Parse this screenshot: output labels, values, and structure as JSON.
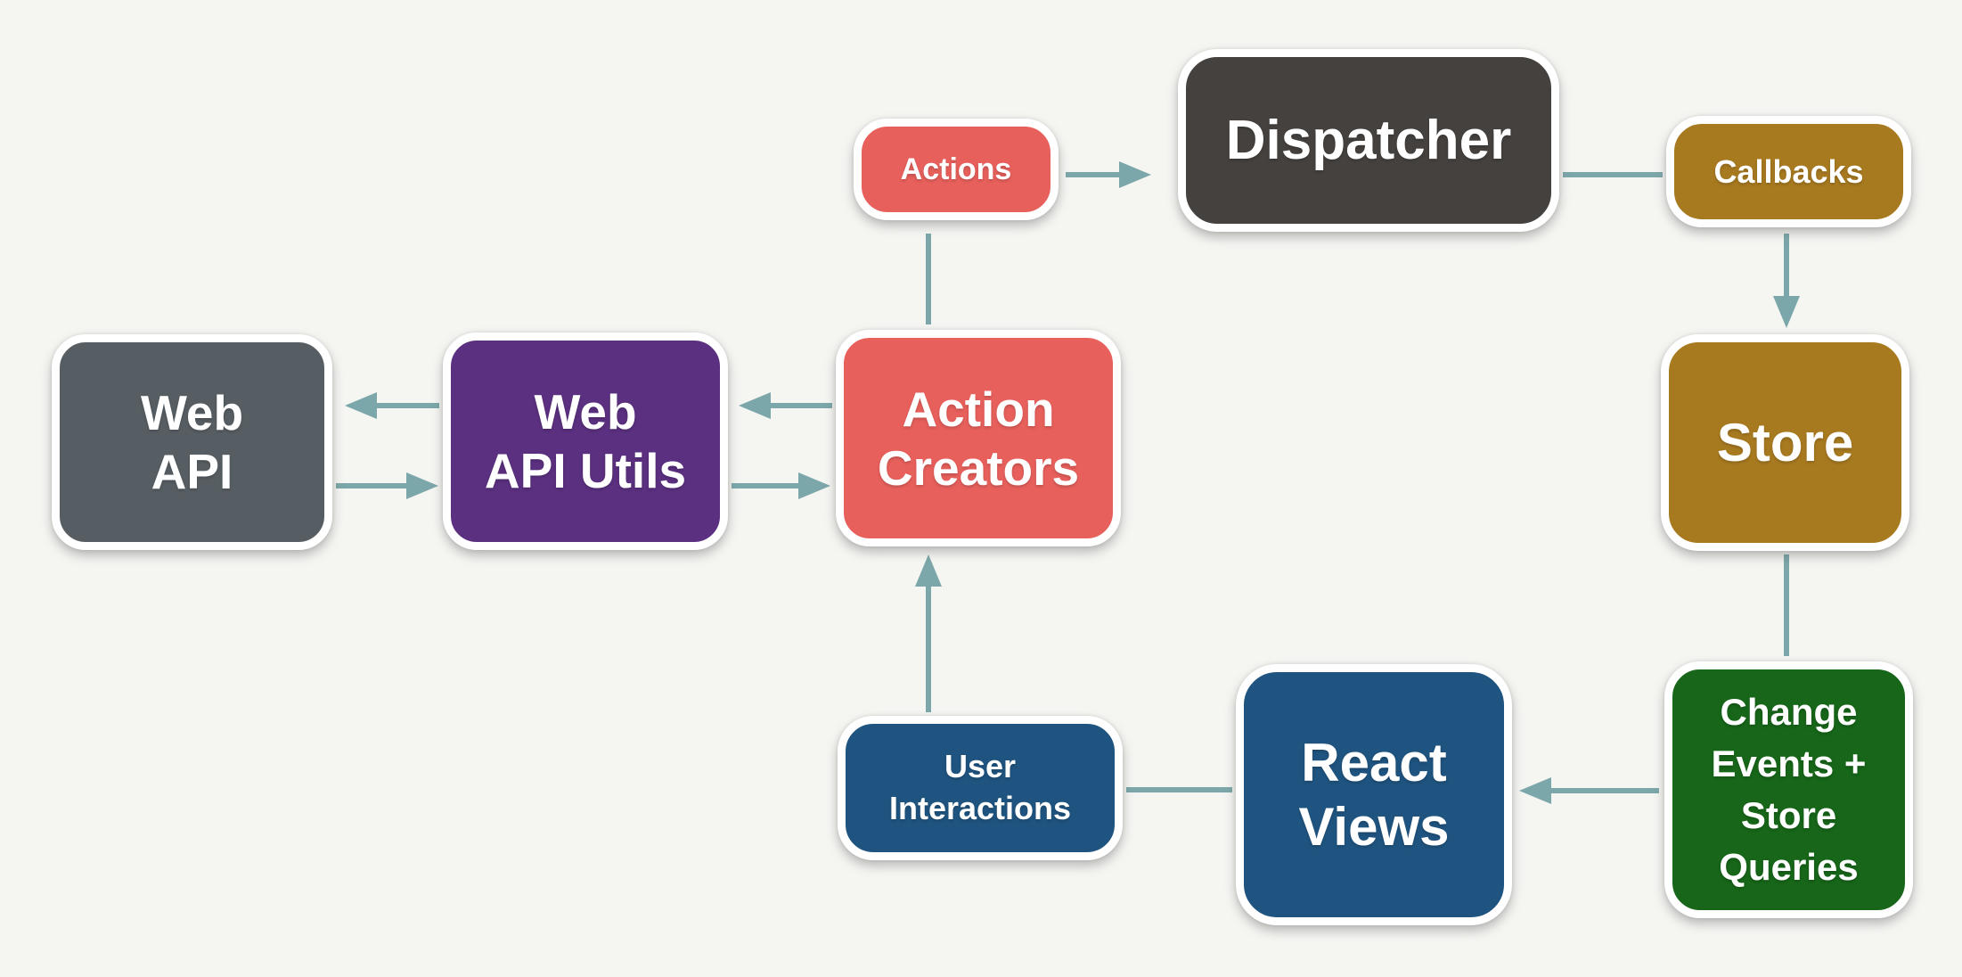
{
  "background": "#F5F5F2",
  "arrow_color": "#7CA7AA",
  "nodes": {
    "web_api": {
      "label": "Web\nAPI",
      "color": "#575E63"
    },
    "web_api_utils": {
      "label": "Web\nAPI Utils",
      "color": "#5B3080"
    },
    "action_creators": {
      "label": "Action\nCreators",
      "color": "#E8605C"
    },
    "actions": {
      "label": "Actions",
      "color": "#E8605C"
    },
    "dispatcher": {
      "label": "Dispatcher",
      "color": "#45413E"
    },
    "callbacks": {
      "label": "Callbacks",
      "color": "#A87A20"
    },
    "store": {
      "label": "Store",
      "color": "#A87A20"
    },
    "change_events": {
      "label": "Change\nEvents +\nStore\nQueries",
      "color": "#176619"
    },
    "react_views": {
      "label": "React\nViews",
      "color": "#1F5480"
    },
    "user_interactions": {
      "label": "User\nInteractions",
      "color": "#1F5480"
    }
  },
  "edges": [
    {
      "from": "actions",
      "to": "dispatcher",
      "arrowhead": true
    },
    {
      "from": "dispatcher",
      "to": "callbacks",
      "arrowhead": false
    },
    {
      "from": "callbacks",
      "to": "store",
      "arrowhead": true
    },
    {
      "from": "store",
      "to": "change_events",
      "arrowhead": false
    },
    {
      "from": "change_events",
      "to": "react_views",
      "arrowhead": true
    },
    {
      "from": "react_views",
      "to": "user_interactions",
      "arrowhead": false
    },
    {
      "from": "user_interactions",
      "to": "action_creators",
      "arrowhead": true
    },
    {
      "from": "action_creators",
      "to": "actions",
      "arrowhead": false
    },
    {
      "from": "action_creators",
      "to": "web_api_utils",
      "arrowhead": true
    },
    {
      "from": "web_api_utils",
      "to": "action_creators",
      "arrowhead": true
    },
    {
      "from": "web_api_utils",
      "to": "web_api",
      "arrowhead": true
    },
    {
      "from": "web_api",
      "to": "web_api_utils",
      "arrowhead": true
    }
  ]
}
